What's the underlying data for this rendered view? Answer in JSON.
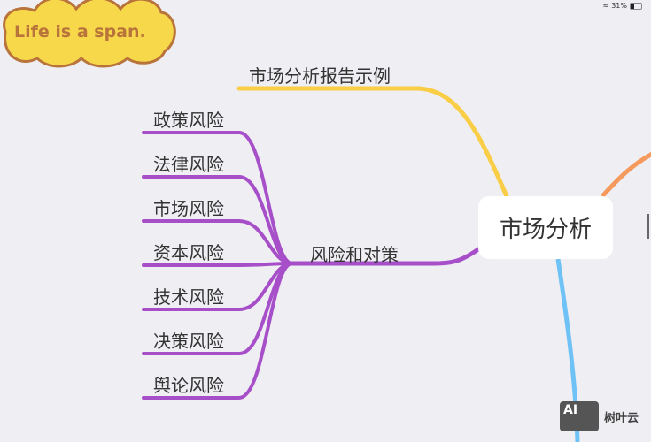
{
  "sticker": {
    "text": "Life is a span.",
    "fill": "#f7d84a",
    "outline": "#b8743a"
  },
  "status_bar": {
    "battery": "31%",
    "battery_level": 0.31,
    "wifi_icon": "wifi-icon"
  },
  "mindmap": {
    "center": "市场分析",
    "branches": [
      {
        "label": "市场分析报告示例",
        "color": "#f9cd45"
      },
      {
        "label": "风险和对策",
        "color": "#a64fc9",
        "children": [
          "政策风险",
          "法律风险",
          "市场风险",
          "资本风险",
          "技术风险",
          "决策风险",
          "舆论风险"
        ]
      },
      {
        "label": "",
        "color": "#6fc2f5"
      },
      {
        "label": "",
        "color": "#f59a5c"
      }
    ]
  },
  "watermark": {
    "logo": "AI",
    "text": "树叶云"
  }
}
